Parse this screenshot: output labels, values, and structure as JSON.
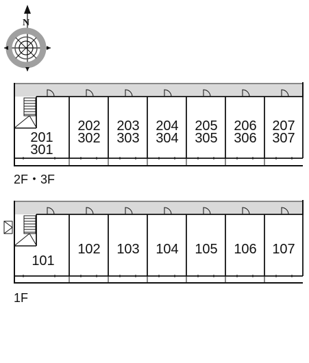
{
  "compass": {
    "north_letter": "N"
  },
  "upper_plan": {
    "floor_label": "2F・3F",
    "stair_unit": {
      "line1": "201",
      "line2": "301"
    },
    "units": [
      {
        "line1": "202",
        "line2": "302"
      },
      {
        "line1": "203",
        "line2": "303"
      },
      {
        "line1": "204",
        "line2": "304"
      },
      {
        "line1": "205",
        "line2": "305"
      },
      {
        "line1": "206",
        "line2": "306"
      },
      {
        "line1": "207",
        "line2": "307"
      }
    ]
  },
  "ground_plan": {
    "floor_label": "1F",
    "stair_unit": {
      "line1": "101"
    },
    "units": [
      {
        "line1": "102"
      },
      {
        "line1": "103"
      },
      {
        "line1": "104"
      },
      {
        "line1": "105"
      },
      {
        "line1": "106"
      },
      {
        "line1": "107"
      }
    ]
  },
  "colors": {
    "line": "#111111",
    "corridor": "#d9d9d9",
    "compass_ring": "#a0a0a0"
  }
}
